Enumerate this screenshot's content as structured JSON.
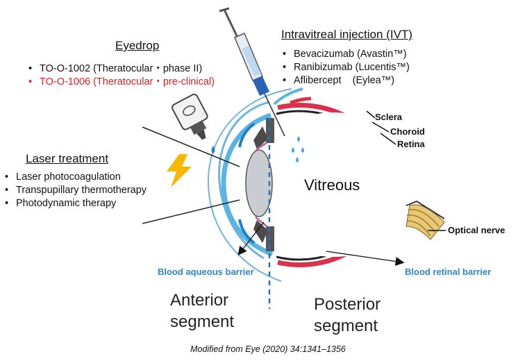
{
  "eyedrop": {
    "heading": "Eyedrop",
    "items": [
      {
        "text": "TO-O-1002 (Theratocular・phase II)",
        "color": "#111111"
      },
      {
        "text": "TO-O-1006 (Theratocular・pre-clinical)",
        "color": "#e02020"
      }
    ]
  },
  "ivt": {
    "heading": "Intravitreal injection (IVT)",
    "items": [
      "Bevacizumab (Avastin™)",
      "Ranibizumab (Lucentis™)",
      "Aflibercept    (Eylea™)"
    ]
  },
  "laser": {
    "heading": "Laser treatment",
    "items": [
      "Laser photocoagulation",
      "Transpupillary thermotherapy",
      "Photodynamic therapy"
    ]
  },
  "eye_labels": {
    "sclera": "Sclera",
    "choroid": "Choroid",
    "retina": "Retina",
    "vitreous": "Vitreous",
    "optical_nerve": "Optical nerve"
  },
  "barriers": {
    "aqueous": "Blood aqueous barrier",
    "retinal": "Blood retinal barrier"
  },
  "segments": {
    "anterior_line1": "Anterior",
    "anterior_line2": "segment",
    "posterior_line1": "Posterior",
    "posterior_line2": "segment"
  },
  "credit": "Modified from Eye (2020) 34:1341–1356",
  "colors": {
    "sclera": "#d9324a",
    "cornea": "#5ab4e6",
    "barrier_text": "#2f86c6",
    "lens": "#c9ccd1",
    "bolt": "#f6b800",
    "nerve": "#e8c877"
  }
}
